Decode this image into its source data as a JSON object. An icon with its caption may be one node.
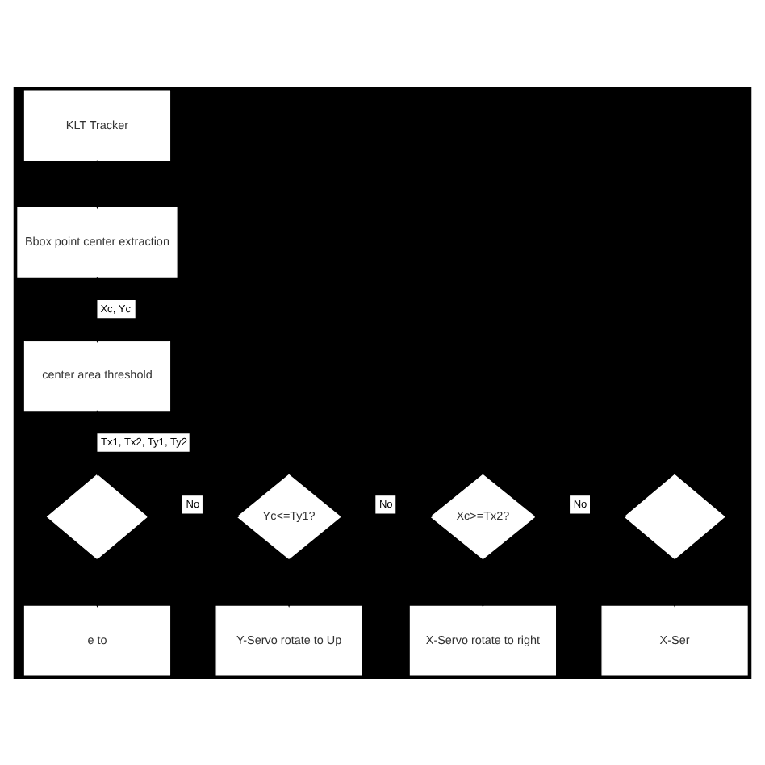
{
  "diagram": {
    "nodes": [
      {
        "text": [
          "KLT Tracker"
        ]
      },
      {
        "text": [
          "Bbox point center extraction"
        ]
      },
      {
        "text": [
          "center area threshold"
        ]
      },
      {
        "text": [],
        "shape": "diamond"
      },
      {
        "text": [
          "Yc<=Ty1?"
        ]
      },
      {
        "text": [
          "Xc>=Tx2?"
        ]
      },
      {
        "text": [],
        "shape": "diamond"
      },
      {
        "text": [
          "e to"
        ]
      },
      {
        "text": [
          "Y-Servo rotate to Up"
        ]
      },
      {
        "text": [
          "X-Servo rotate to right"
        ]
      },
      {
        "text": [
          "X-Ser"
        ]
      }
    ],
    "edges": [
      {
        "from": 0,
        "to": 1,
        "arrow": "to"
      },
      {
        "from": 1,
        "to": 2,
        "arrow": "to",
        "label": "Xc, Yc"
      },
      {
        "from": 2,
        "to": 3,
        "arrow": "to",
        "label": "Tx1, Tx2, Ty1, Ty2"
      },
      {
        "from": 3,
        "to": 4,
        "arrow": "to",
        "label": "No"
      },
      {
        "from": 4,
        "to": 5,
        "arrow": "to",
        "label": "No"
      },
      {
        "from": 5,
        "to": 6,
        "arrow": "to",
        "label": "No"
      },
      {
        "from": 3,
        "to": 7,
        "arrow": "to"
      },
      {
        "from": 4,
        "to": 8,
        "arrow": "to"
      },
      {
        "from": 5,
        "to": 9,
        "arrow": "to"
      },
      {
        "from": 6,
        "to": 10,
        "arrow": "to"
      }
    ]
  }
}
